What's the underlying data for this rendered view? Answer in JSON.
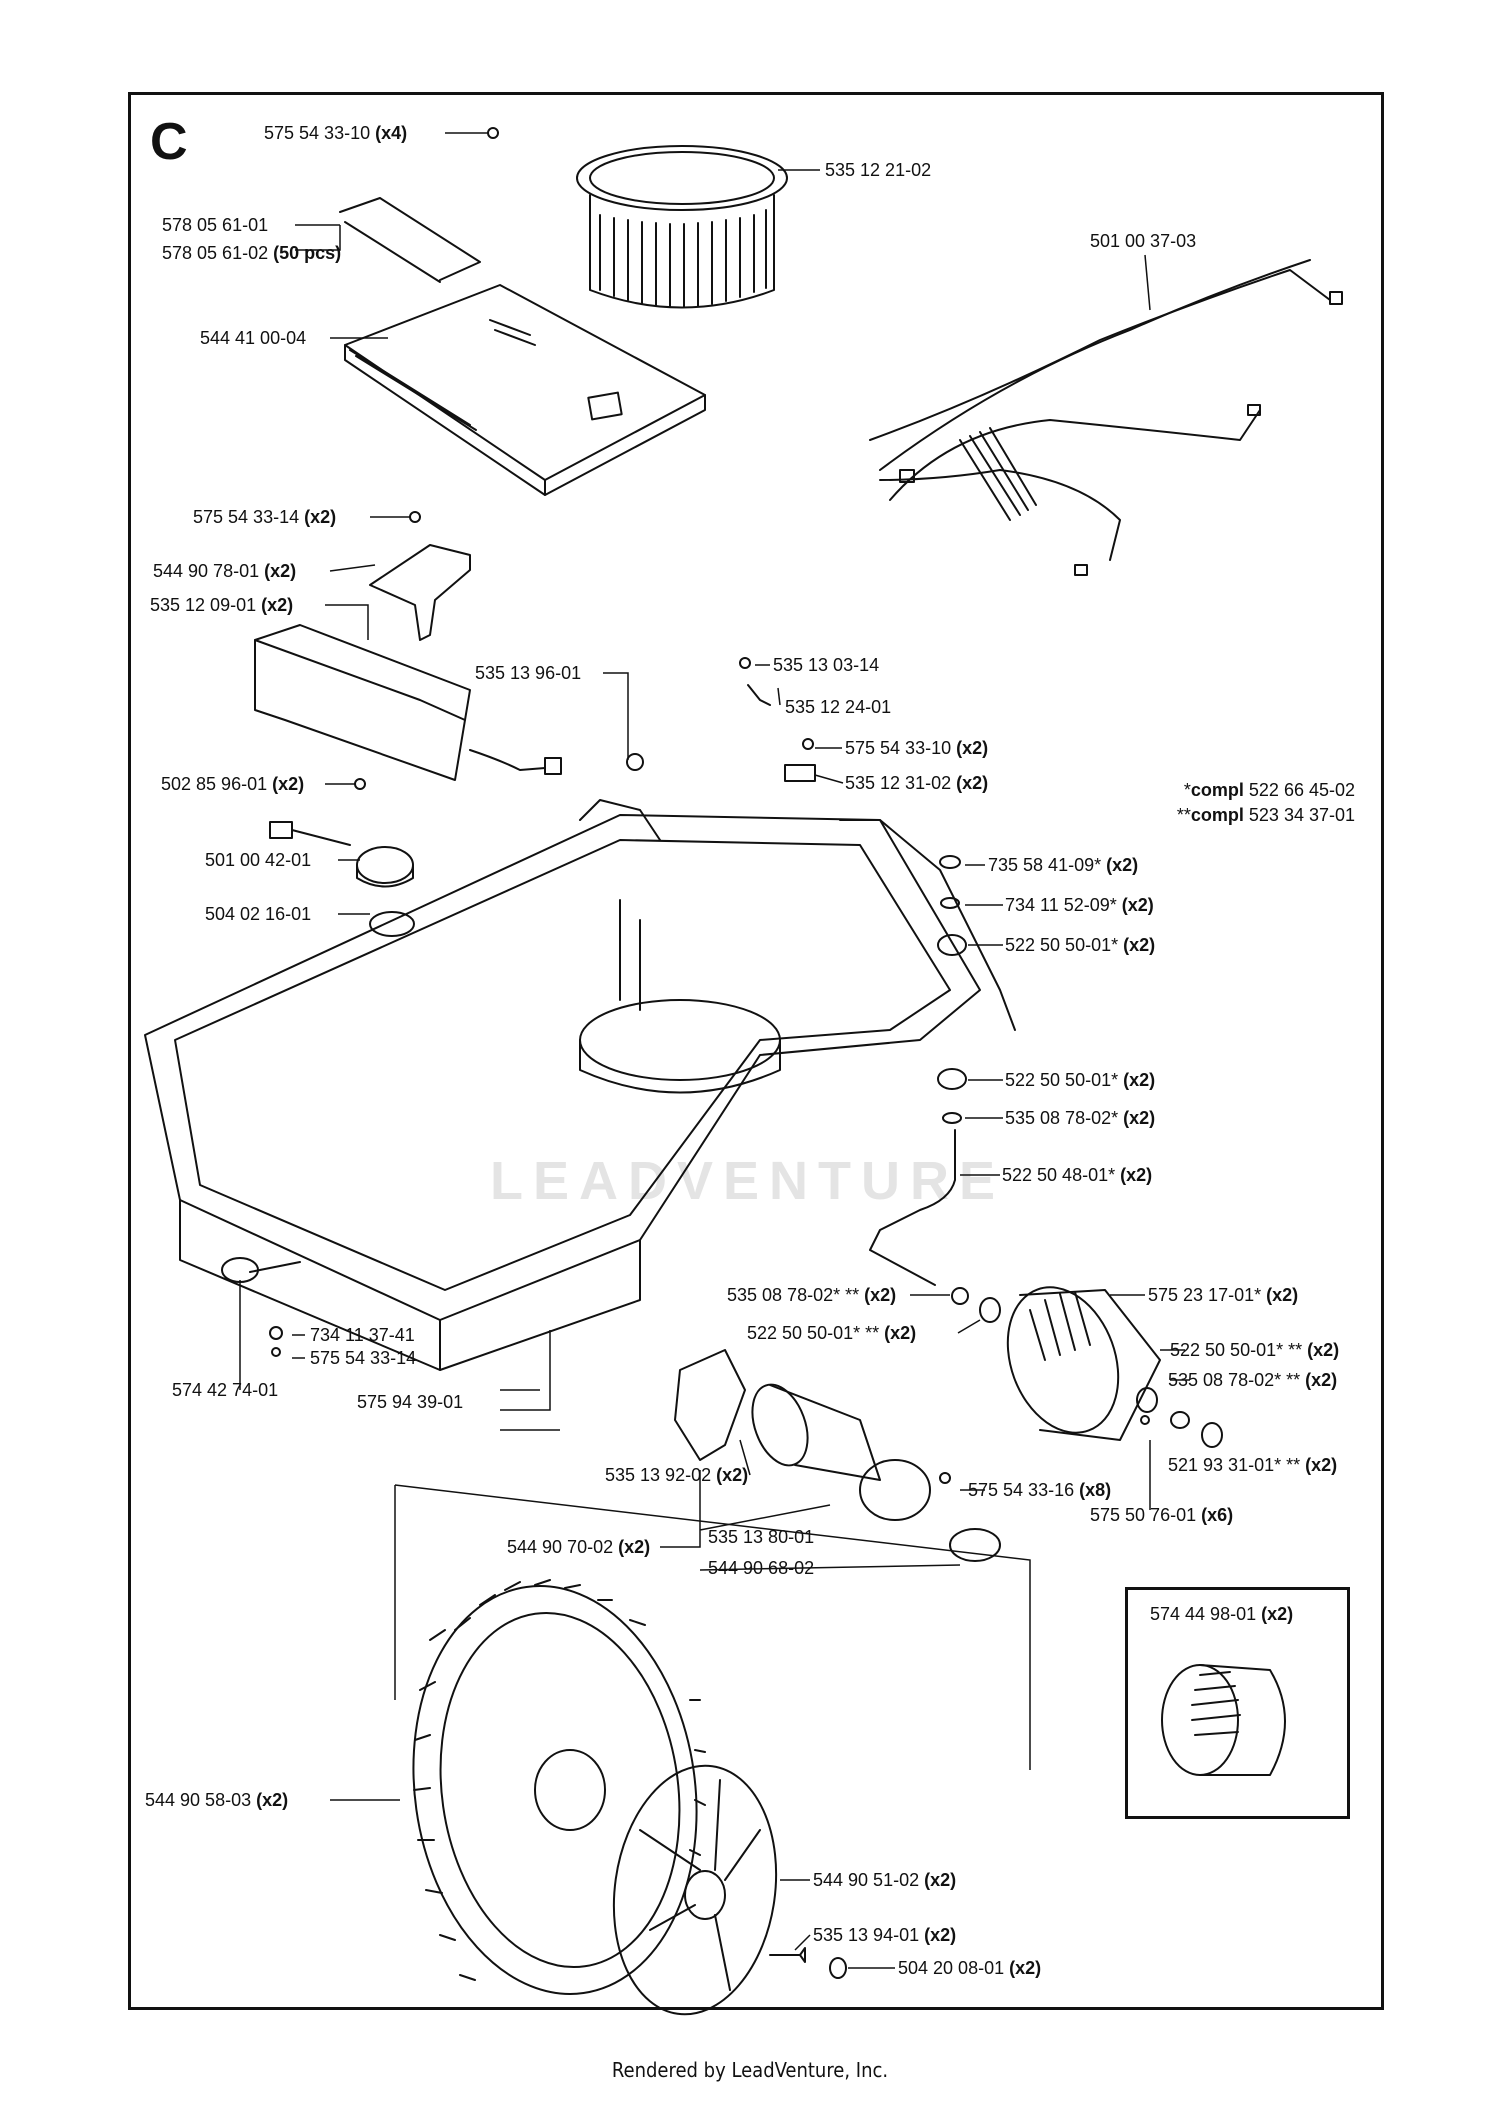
{
  "section_letter": "C",
  "footer": "Rendered by LeadVenture, Inc.",
  "watermark": "LEADVENTURE",
  "notes": {
    "compl_single": "*compl 522 66 45-02",
    "compl_double": "**compl 523 34 37-01"
  },
  "parts": [
    {
      "id": "p1",
      "number": "575 54 33-10",
      "qty": "(x4)"
    },
    {
      "id": "p2",
      "number": "535 12 21-02",
      "qty": ""
    },
    {
      "id": "p3",
      "number": "578 05 61-01",
      "qty": ""
    },
    {
      "id": "p4",
      "number": "578 05 61-02",
      "qty": "(50 pcs)"
    },
    {
      "id": "p5",
      "number": "501 00 37-03",
      "qty": ""
    },
    {
      "id": "p6",
      "number": "544 41 00-04",
      "qty": ""
    },
    {
      "id": "p7",
      "number": "575 54 33-14",
      "qty": "(x2)"
    },
    {
      "id": "p8",
      "number": "544 90 78-01",
      "qty": "(x2)"
    },
    {
      "id": "p9",
      "number": "535 12 09-01",
      "qty": "(x2)"
    },
    {
      "id": "p10",
      "number": "535 13 96-01",
      "qty": ""
    },
    {
      "id": "p11",
      "number": "535 13 03-14",
      "qty": ""
    },
    {
      "id": "p12",
      "number": "535 12 24-01",
      "qty": ""
    },
    {
      "id": "p13",
      "number": "575 54 33-10",
      "qty": "(x2)"
    },
    {
      "id": "p14",
      "number": "535 12 31-02",
      "qty": "(x2)"
    },
    {
      "id": "p15",
      "number": "502 85 96-01",
      "qty": "(x2)"
    },
    {
      "id": "p16",
      "number": "501 00 42-01",
      "qty": ""
    },
    {
      "id": "p17",
      "number": "504 02 16-01",
      "qty": ""
    },
    {
      "id": "p18",
      "number": "735 58 41-09*",
      "qty": "(x2)"
    },
    {
      "id": "p19",
      "number": "734 11 52-09*",
      "qty": "(x2)"
    },
    {
      "id": "p20",
      "number": "522 50 50-01*",
      "qty": "(x2)"
    },
    {
      "id": "p21",
      "number": "522 50 50-01*",
      "qty": "(x2)"
    },
    {
      "id": "p22",
      "number": "535 08 78-02*",
      "qty": "(x2)"
    },
    {
      "id": "p23",
      "number": "522 50 48-01*",
      "qty": "(x2)"
    },
    {
      "id": "p24",
      "number": "535 08 78-02* **",
      "qty": "(x2)"
    },
    {
      "id": "p25",
      "number": "575 23 17-01*",
      "qty": "(x2)"
    },
    {
      "id": "p26",
      "number": "522 50 50-01* **",
      "qty": "(x2)"
    },
    {
      "id": "p27",
      "number": "522 50 50-01* **",
      "qty": "(x2)"
    },
    {
      "id": "p28",
      "number": "535 08 78-02* **",
      "qty": "(x2)"
    },
    {
      "id": "p29",
      "number": "734 11 37-41",
      "qty": ""
    },
    {
      "id": "p30",
      "number": "575 54 33-14",
      "qty": ""
    },
    {
      "id": "p31",
      "number": "574 42 74-01",
      "qty": ""
    },
    {
      "id": "p32",
      "number": "575 94 39-01",
      "qty": ""
    },
    {
      "id": "p33",
      "number": "521 93 31-01* **",
      "qty": "(x2)"
    },
    {
      "id": "p34",
      "number": "535 13 92-02",
      "qty": "(x2)"
    },
    {
      "id": "p35",
      "number": "575 54 33-16",
      "qty": "(x8)"
    },
    {
      "id": "p36",
      "number": "575 50 76-01",
      "qty": "(x6)"
    },
    {
      "id": "p37",
      "number": "544 90 70-02",
      "qty": "(x2)"
    },
    {
      "id": "p38",
      "number": "535 13 80-01",
      "qty": ""
    },
    {
      "id": "p39",
      "number": "544 90 68-02",
      "qty": ""
    },
    {
      "id": "p40",
      "number": "574 44 98-01",
      "qty": "(x2)"
    },
    {
      "id": "p41",
      "number": "544 90 58-03",
      "qty": "(x2)"
    },
    {
      "id": "p42",
      "number": "544 90 51-02",
      "qty": "(x2)"
    },
    {
      "id": "p43",
      "number": "535 13 94-01",
      "qty": "(x2)"
    },
    {
      "id": "p44",
      "number": "504 20 08-01",
      "qty": "(x2)"
    }
  ]
}
